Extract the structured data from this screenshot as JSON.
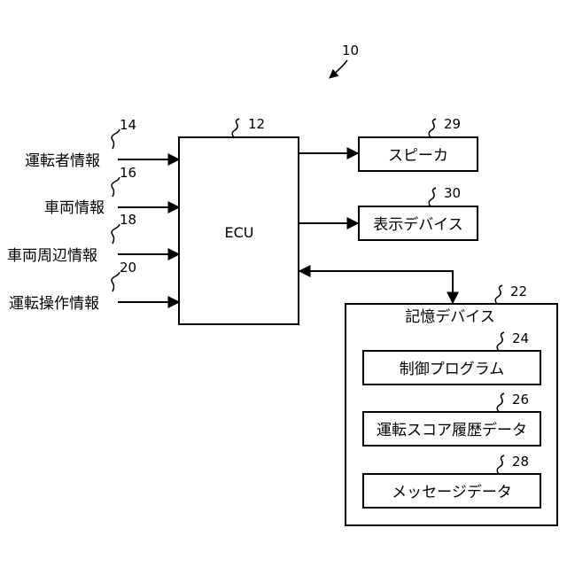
{
  "diagram": {
    "system_ref": "10",
    "ecu": {
      "label": "ECU",
      "ref": "12"
    },
    "inputs": [
      {
        "label": "運転者情報",
        "ref": "14"
      },
      {
        "label": "車両情報",
        "ref": "16"
      },
      {
        "label": "車両周辺情報",
        "ref": "18"
      },
      {
        "label": "運転操作情報",
        "ref": "20"
      }
    ],
    "speaker": {
      "label": "スピーカ",
      "ref": "29"
    },
    "display": {
      "label": "表示デバイス",
      "ref": "30"
    },
    "storage": {
      "label": "記憶デバイス",
      "ref": "22",
      "items": [
        {
          "label": "制御プログラム",
          "ref": "24"
        },
        {
          "label": "運転スコア履歴データ",
          "ref": "26"
        },
        {
          "label": "メッセージデータ",
          "ref": "28"
        }
      ]
    }
  }
}
